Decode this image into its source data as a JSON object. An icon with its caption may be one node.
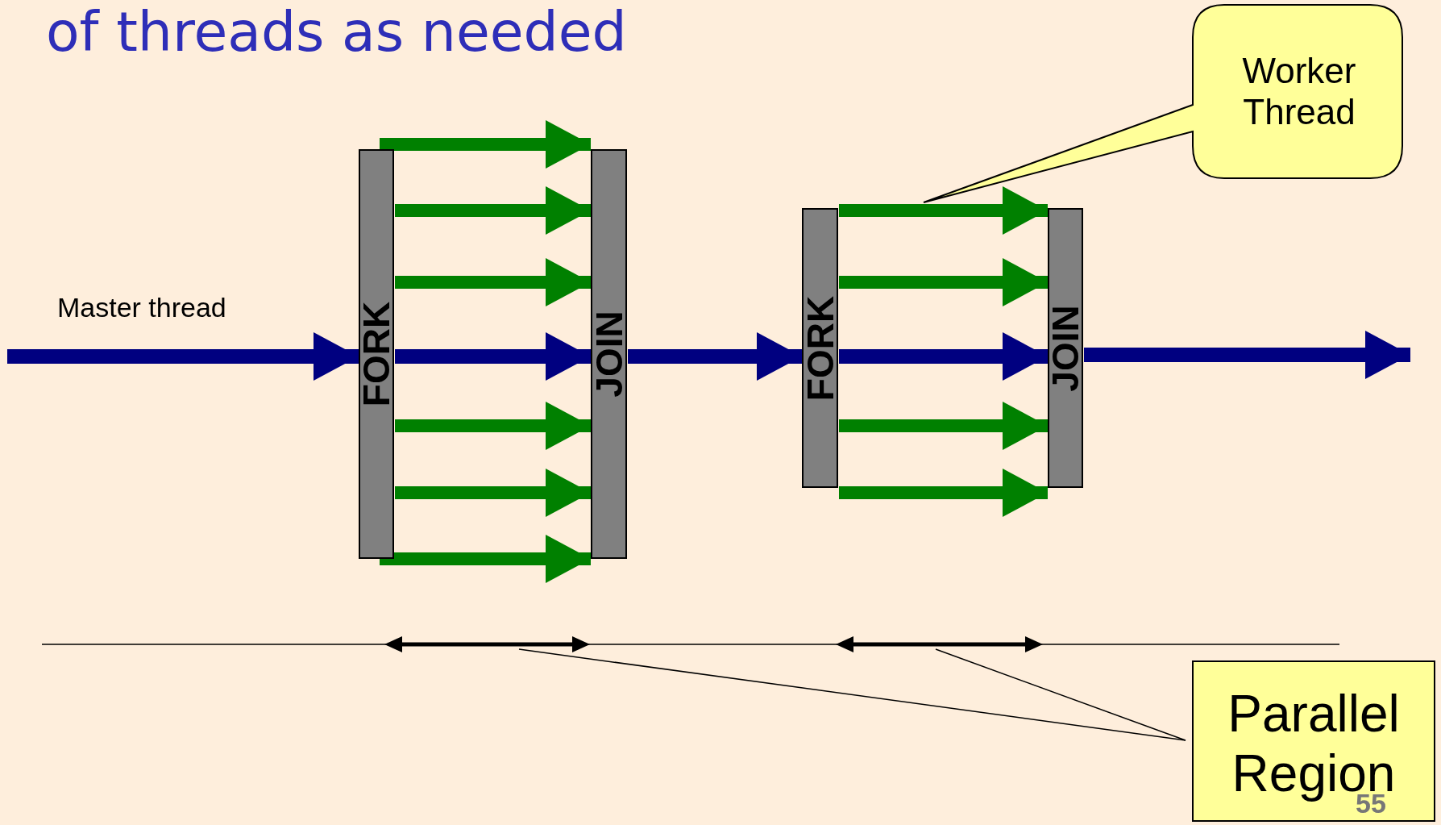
{
  "diagram": {
    "title": "of threads as needed",
    "nodes": [
      {
        "text": [
          "FORK"
        ]
      },
      {
        "text": [
          "JOIN"
        ]
      },
      {
        "text": [
          "FORK"
        ]
      },
      {
        "text": [
          "JOIN"
        ]
      },
      {
        "text": [
          "Worker Thread"
        ]
      },
      {
        "text": [
          "Parallel Region"
        ]
      }
    ],
    "edges": [
      {
        "from": null,
        "to": 0,
        "arrow": "to",
        "color": "#000080"
      },
      {
        "from": 0,
        "to": 1,
        "arrow": "to",
        "color": "#000080"
      },
      {
        "from": 1,
        "to": 2,
        "arrow": "to",
        "color": "#000080"
      },
      {
        "from": 2,
        "to": 3,
        "arrow": "to",
        "color": "#000080"
      },
      {
        "from": 3,
        "to": null,
        "arrow": "to",
        "color": "#000080"
      },
      {
        "from": 0,
        "to": 1,
        "arrow": "to"
      },
      {
        "from": 0,
        "to": 1,
        "arrow": "to"
      },
      {
        "from": 0,
        "to": 1,
        "arrow": "to"
      },
      {
        "from": 0,
        "to": 1,
        "arrow": "to"
      },
      {
        "from": 0,
        "to": 1,
        "arrow": "to"
      },
      {
        "from": 0,
        "to": 1,
        "arrow": "to"
      },
      {
        "from": 2,
        "to": 3,
        "arrow": "to"
      },
      {
        "from": 2,
        "to": 3,
        "arrow": "to"
      },
      {
        "from": 2,
        "to": 3,
        "arrow": "to"
      },
      {
        "from": 2,
        "to": 3,
        "arrow": "to"
      },
      {
        "from": 5,
        "to": null,
        "arrow": "none",
        "color": "#000000"
      },
      {
        "from": 5,
        "to": null,
        "arrow": "none",
        "color": "#000000"
      }
    ],
    "labels": [
      "Master thread",
      "55"
    ]
  }
}
